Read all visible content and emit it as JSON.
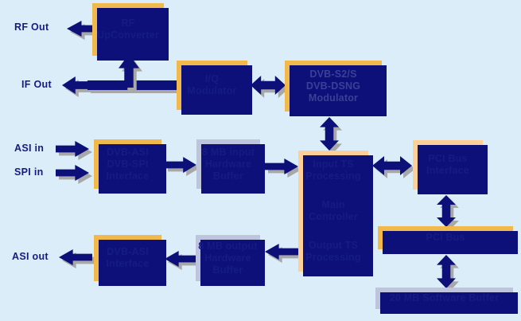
{
  "diagram": {
    "title": "DVB Modulator Board Block Diagram",
    "background_color": "#dcedfa",
    "text_color": "#141c84",
    "arrow_color": "#0d1078",
    "arrow_shadow_color": "#a8a8a8",
    "palette": {
      "amber": "#f1b94b",
      "peach": "#ffcf9a",
      "lilac": "#bfc4de"
    }
  },
  "io_labels": {
    "rf_out": "RF Out",
    "if_out": "IF Out",
    "asi_in": "ASI in",
    "spi_in": "SPI in",
    "asi_out": "ASI out"
  },
  "blocks": {
    "rf_upconverter": "RF\nUpConverter",
    "iq_modulator": "I/Q\nModulator",
    "dvb_s2_modulator": "DVB-S2/S\nDVB-DSNG\nModulator",
    "dvb_asi_spi_interface": "DVB-ASI\nDVB-SPI\nInterface",
    "input_hw_buffer": "8 MB input\nHardware\nBuffer",
    "main_controller": "Input TS\nProcessing\n\nMain\nController\n\nOutput TS\nProcessing",
    "main_controller_lines": {
      "input_ts": "Input TS\nProcessing",
      "main": "Main\nController",
      "output_ts": "Output TS\nProcessing"
    },
    "pci_bus_interface": "PCI Bus\nInterface",
    "pci_bus": "PCI Bus",
    "software_buffer": "20 MB Software Buffer",
    "output_hw_buffer": "8 MB output\nHardware\nBuffer",
    "dvb_asi_interface": "DVB-ASI\nInterface"
  },
  "arrows": {
    "rf_out_arrow": "left-arrow",
    "if_out_arrow": "left-arrow",
    "upconverter_feed_arrow": "up-arrow",
    "iq_to_dvbs2_arrow": "horizontal-double-arrow",
    "dvbs2_to_controller_arrow": "vertical-double-arrow",
    "asi_in_arrow": "right-arrow",
    "spi_in_arrow": "right-arrow",
    "interface_to_buffer_arrow": "right-arrow",
    "buffer_to_controller_arrow": "right-arrow",
    "controller_to_pci_arrow": "horizontal-double-arrow",
    "pci_if_to_bus_arrow": "vertical-double-arrow",
    "bus_to_software_buffer_arrow": "vertical-double-arrow",
    "controller_to_output_buffer_arrow": "left-arrow",
    "output_buffer_to_interface_arrow": "left-arrow",
    "asi_out_arrow": "left-arrow"
  }
}
